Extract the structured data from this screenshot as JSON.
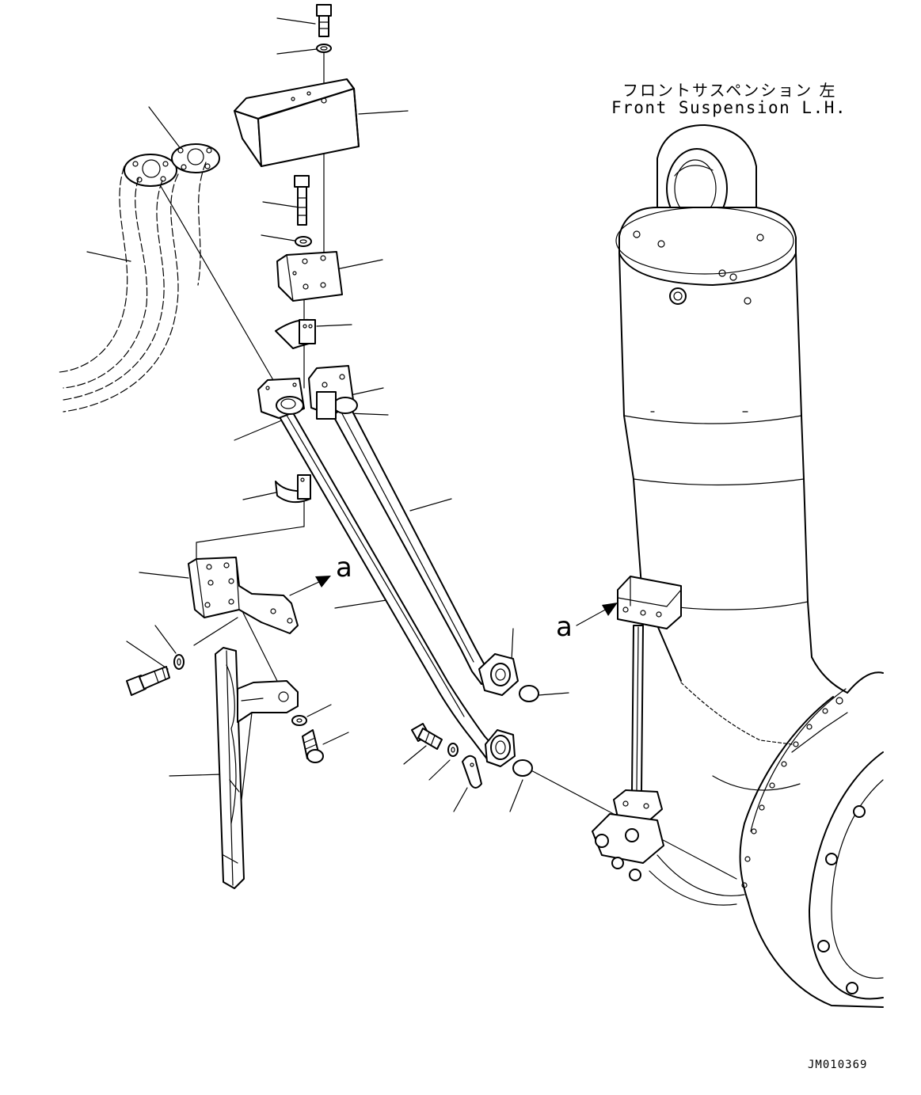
{
  "header": {
    "title_jp": "フロントサスペンション 左",
    "title_en": "Front Suspension L.H."
  },
  "callouts": {
    "view_a_left": "a",
    "view_a_right": "a"
  },
  "footer": {
    "drawing_number": "JM010369"
  }
}
